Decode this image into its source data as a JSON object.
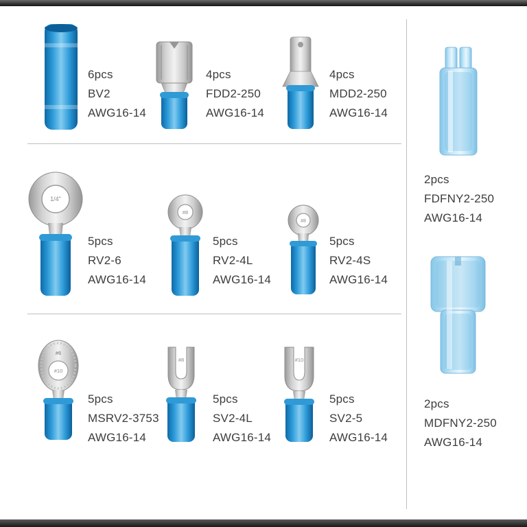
{
  "page": {
    "background": "#ffffff",
    "edge_bar_color": "#2a2a2a",
    "divider_color": "#bfbfbf",
    "text_color": "#3d3d3d"
  },
  "colors": {
    "vinyl_blue": "#2f9ad6",
    "nylon_blue": "#b5e0f5",
    "metal_silver": "#d2d2d2"
  },
  "grid": {
    "row1": {
      "bv2": {
        "qty": "6pcs",
        "model": "BV2",
        "gauge": "AWG16-14"
      },
      "fdd2": {
        "qty": "4pcs",
        "model": "FDD2-250",
        "gauge": "AWG16-14"
      },
      "mdd2": {
        "qty": "4pcs",
        "model": "MDD2-250",
        "gauge": "AWG16-14"
      }
    },
    "row2": {
      "rv2_6": {
        "qty": "5pcs",
        "model": "RV2-6",
        "gauge": "AWG16-14",
        "size_label": "1/4\""
      },
      "rv2_4l": {
        "qty": "5pcs",
        "model": "RV2-4L",
        "gauge": "AWG16-14",
        "size_label": "#8"
      },
      "rv2_4s": {
        "qty": "5pcs",
        "model": "RV2-4S",
        "gauge": "AWG16-14",
        "size_label": "#8"
      }
    },
    "row3": {
      "msrv2": {
        "qty": "5pcs",
        "model": "MSRV2-3753",
        "gauge": "AWG16-14",
        "size_label": "#6",
        "size_label2": "#10"
      },
      "sv2_4l": {
        "qty": "5pcs",
        "model": "SV2-4L",
        "gauge": "AWG16-14",
        "size_label": "#8"
      },
      "sv2_5": {
        "qty": "5pcs",
        "model": "SV2-5",
        "gauge": "AWG16-14",
        "size_label": "#10"
      }
    }
  },
  "side_column": {
    "fdfny2": {
      "qty": "2pcs",
      "model": "FDFNY2-250",
      "gauge": "AWG16-14"
    },
    "mdfny2": {
      "qty": "2pcs",
      "model": "MDFNY2-250",
      "gauge": "AWG16-14"
    }
  }
}
